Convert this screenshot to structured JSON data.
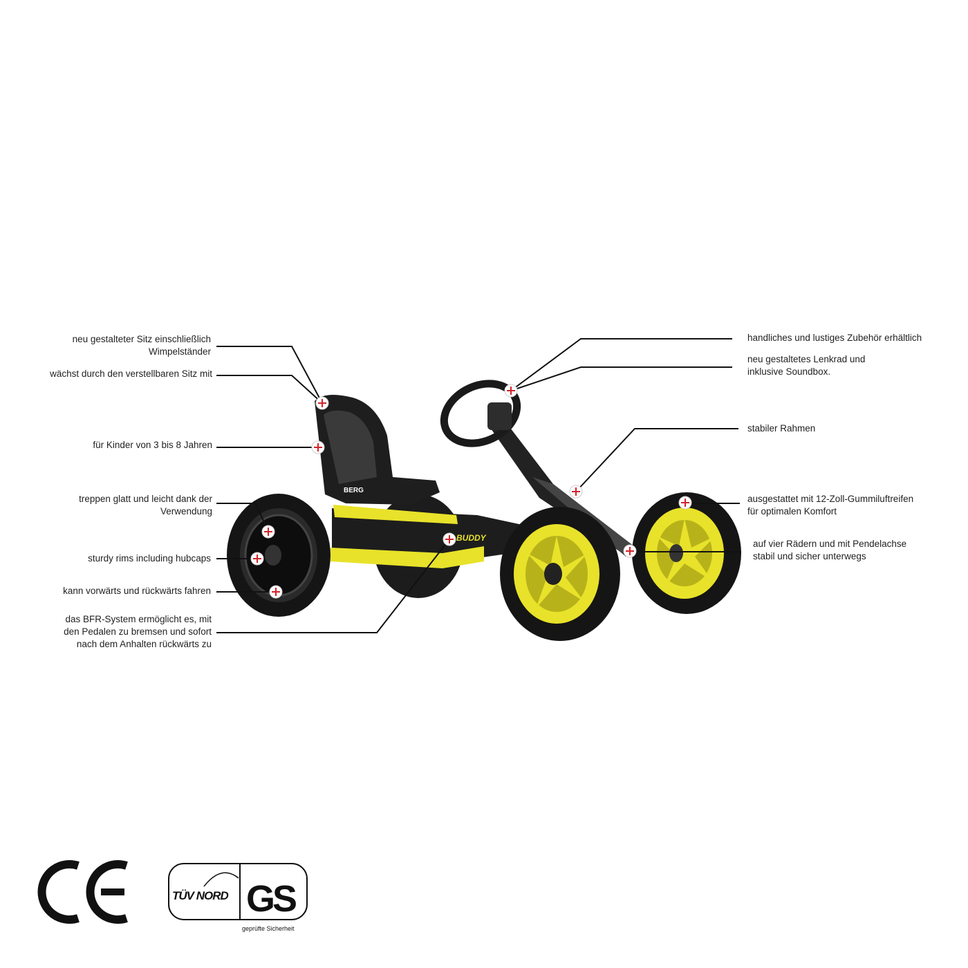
{
  "callouts_left": [
    {
      "text": "neu gestalteter Sitz einschließlich\nWimpelständer"
    },
    {
      "text": "wächst durch den verstellbaren Sitz mit"
    },
    {
      "text": "für Kinder von 3 bis 8 Jahren"
    },
    {
      "text": "treppen glatt und leicht dank der\nVerwendung"
    },
    {
      "text": "sturdy rims including hubcaps"
    },
    {
      "text": "kann vorwärts und rückwärts fahren"
    },
    {
      "text": "das BFR-System ermöglicht es, mit\nden Pedalen zu bremsen und sofort\nnach dem Anhalten rückwärts zu"
    }
  ],
  "callouts_right": [
    {
      "text": "handliches und lustiges Zubehör erhältlich"
    },
    {
      "text": "neu gestaltetes Lenkrad und\ninklusive Soundbox."
    },
    {
      "text": "stabiler Rahmen"
    },
    {
      "text": "ausgestattet mit 12-Zoll-Gummiluftreifen\nfür optimalen Komfort"
    },
    {
      "text": "auf vier Rädern und mit Pendelachse\nstabil und sicher unterwegs"
    }
  ],
  "product": {
    "brand": "BERG",
    "model": "BUDDY"
  },
  "certifications": {
    "ce": "CE",
    "tuv": "TÜV NORD",
    "gs": "GS",
    "gs_sub": "geprüfte Sicherheit"
  },
  "colors": {
    "kart_yellow": "#e8e22a",
    "kart_black": "#1a1a1a",
    "marker_red": "#d2232a",
    "line": "#111111"
  }
}
